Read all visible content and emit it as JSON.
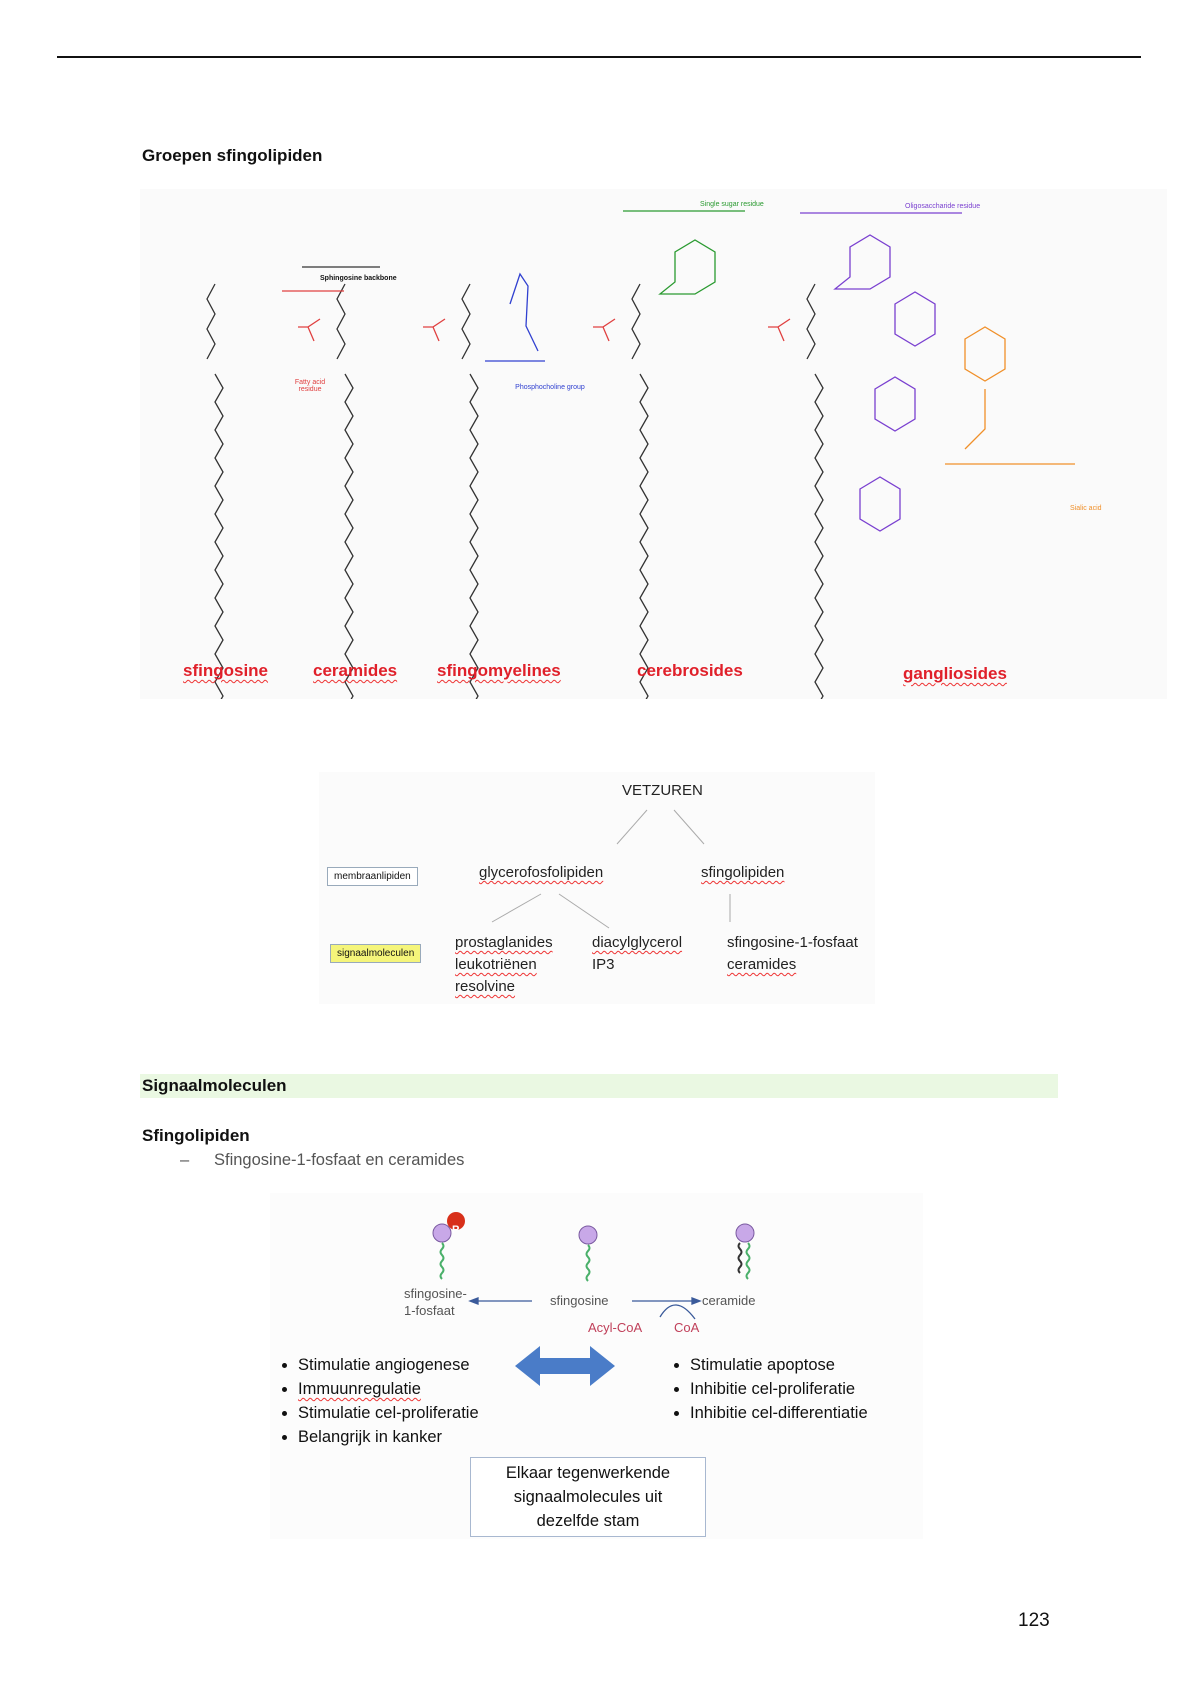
{
  "section1": {
    "title": "Groepen sfingolipiden",
    "figure": {
      "labels": [
        "sfingosine",
        "ceramides",
        "sfingomyelines",
        "cerebrosides",
        "gangliosides"
      ],
      "annotations": {
        "sphingosine_backbone": "Sphingosine backbone",
        "fatty_acid_residue": "Fatty acid residue",
        "phosphocholine_group": "Phosphocholine group",
        "single_sugar_residue": "Single sugar residue",
        "oligosaccharide_residue": "Oligosaccharide residue",
        "sialic_acid": "Sialic acid"
      },
      "colors": {
        "label": "#e0202a",
        "fatty_acid": "#e04040",
        "phosphocholine": "#3040d0",
        "sugar": "#2a9a30",
        "oligosaccharide": "#7a40d0",
        "sialic": "#f0902a"
      }
    }
  },
  "tree": {
    "root": "VETZUREN",
    "row_labels": {
      "membrane": "membraanlipiden",
      "signal": "signaalmoleculen"
    },
    "level1": [
      "glycerofosfolipiden",
      "sfingolipiden"
    ],
    "leaves": {
      "prostaglandins": [
        "prostaglanides",
        "leukotriënen",
        "resolvine"
      ],
      "dag": [
        "diacylglycerol",
        "IP3"
      ],
      "sphingo": [
        "sfingosine-1-fosfaat",
        "ceramides"
      ]
    }
  },
  "section2": {
    "band_title": "Signaalmoleculen",
    "subtitle": "Sfingolipiden",
    "bullet_dash": "–",
    "bullet": "Sfingosine-1-fosfaat en ceramides"
  },
  "pathway": {
    "s1p": [
      "sfingosine-",
      "1-fosfaat"
    ],
    "sphingosine": "sfingosine",
    "ceramide": "ceramide",
    "acylcoa": "Acyl-CoA",
    "coa": "CoA",
    "phosphate": "P",
    "left_list": [
      "Stimulatie angiogenese",
      "Immuunregulatie",
      "Stimulatie cel-proliferatie",
      "Belangrijk in kanker"
    ],
    "right_list": [
      "Stimulatie apoptose",
      "Inhibitie cel-proliferatie",
      "Inhibitie cel-differentiatie"
    ],
    "box": [
      "Elkaar tegenwerkende",
      "signaalmolecules uit",
      "dezelfde stam"
    ]
  },
  "page_number": "123"
}
